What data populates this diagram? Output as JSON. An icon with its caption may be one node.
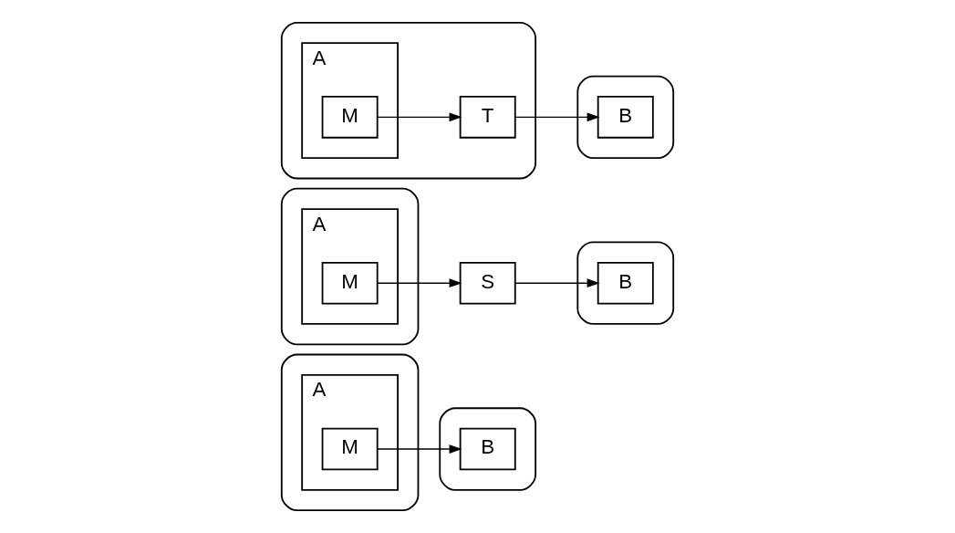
{
  "diagram": {
    "nodes": [
      {
        "text": [],
        "shape": "box"
      },
      {
        "text": [
          "A"
        ],
        "in": 0
      },
      {
        "text": [
          "M"
        ],
        "in": 1
      },
      {
        "text": [],
        "shape": "box"
      },
      {
        "text": [
          "B"
        ],
        "in": 3
      },
      {
        "text": [],
        "shape": "box"
      },
      {
        "text": [
          "A"
        ],
        "in": 5
      },
      {
        "text": [
          "M"
        ],
        "in": 6
      },
      {
        "text": [
          "S"
        ]
      },
      {
        "text": [],
        "shape": "box"
      },
      {
        "text": [
          "B"
        ],
        "in": 9
      },
      {
        "text": [],
        "shape": "box"
      },
      {
        "text": [
          "A"
        ],
        "in": 11
      },
      {
        "text": [
          "M"
        ],
        "in": 12
      },
      {
        "text": [
          "T"
        ],
        "in": 11
      },
      {
        "text": [],
        "shape": "box"
      },
      {
        "text": [
          "B"
        ],
        "in": 15
      }
    ],
    "edges": [
      {
        "from": 2,
        "to": 4,
        "arrow": "to"
      },
      {
        "from": 7,
        "to": 8,
        "arrow": "to"
      },
      {
        "from": 8,
        "to": 10,
        "arrow": "to"
      },
      {
        "from": 13,
        "to": 14,
        "arrow": "to"
      },
      {
        "from": 14,
        "to": 16,
        "arrow": "to"
      }
    ]
  }
}
